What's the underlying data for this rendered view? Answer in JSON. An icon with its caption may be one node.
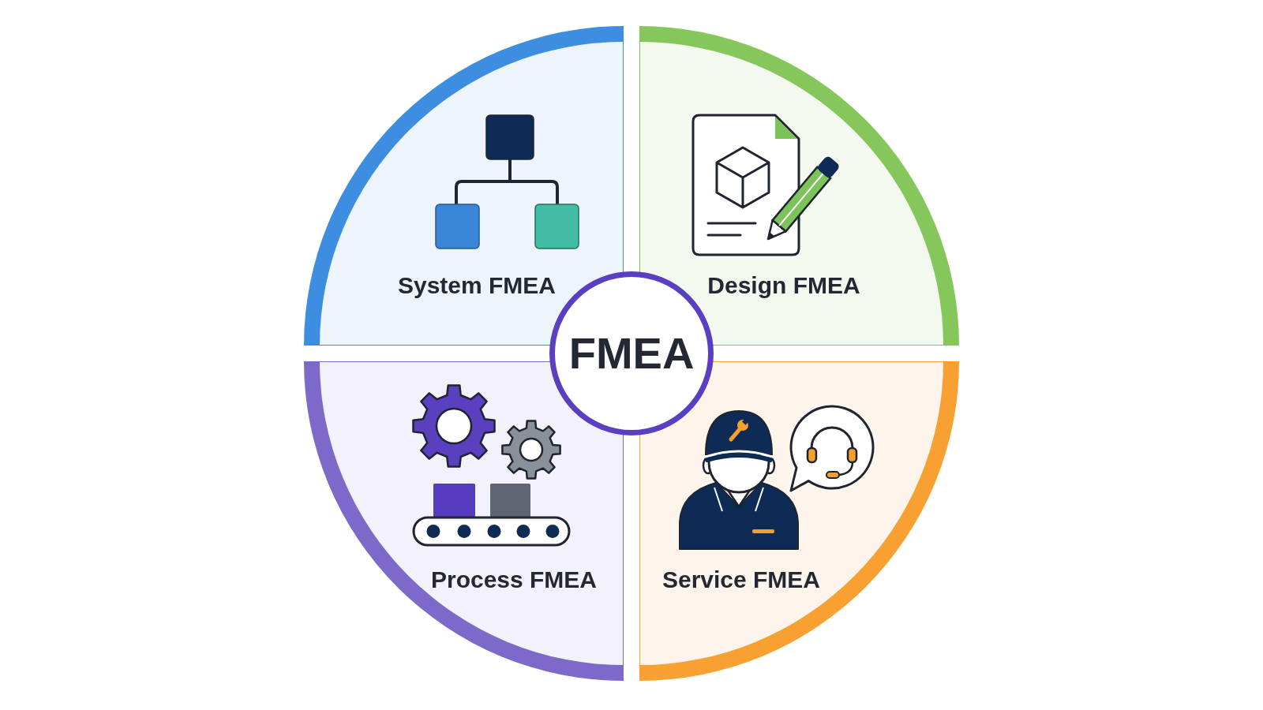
{
  "diagram": {
    "nodes": [
      {
        "text": [
          "System FMEA"
        ]
      },
      {
        "text": [
          "Design FMEA"
        ]
      },
      {
        "text": [
          "FMEA"
        ]
      },
      {
        "text": [
          "Process FMEA"
        ]
      },
      {
        "text": [
          "Service FMEA"
        ]
      }
    ]
  }
}
